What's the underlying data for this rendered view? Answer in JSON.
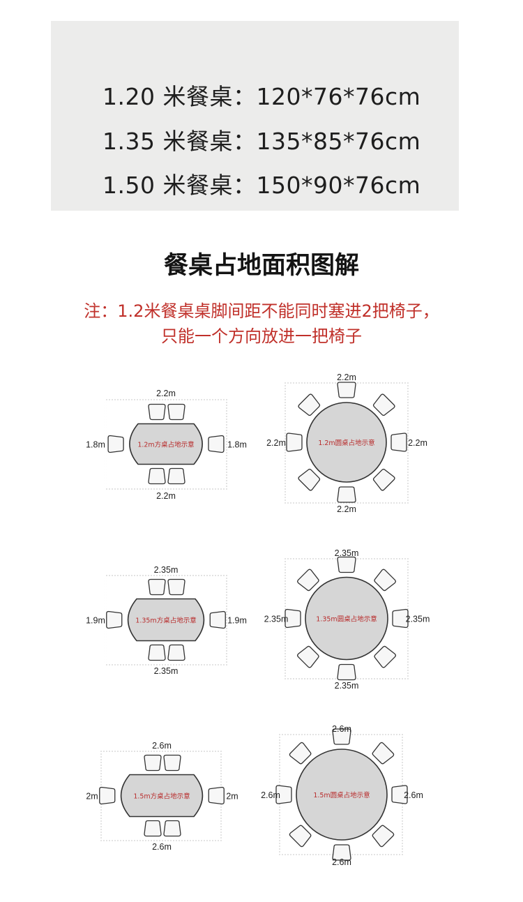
{
  "specs": [
    {
      "size": "1.20 米餐桌：",
      "dims": "120*76*76cm"
    },
    {
      "size": "1.35 米餐桌：",
      "dims": "135*85*76cm"
    },
    {
      "size": "1.50 米餐桌：",
      "dims": "150*90*76cm"
    }
  ],
  "heading": "餐桌占地面积图解",
  "note": {
    "line1": "注：1.2米餐桌桌脚间距不能同时塞进2把椅子，",
    "line2": "只能一个方向放进一把椅子"
  },
  "diagrams": [
    {
      "shape": "oval",
      "label": "1.2m方桌占地示意",
      "width": "2.2m",
      "height": "1.8m"
    },
    {
      "shape": "round",
      "label": "1.2m圆桌占地示意",
      "width": "2.2m",
      "height": "2.2m"
    },
    {
      "shape": "oval",
      "label": "1.35m方桌占地示意",
      "width": "2.35m",
      "height": "1.9m"
    },
    {
      "shape": "round",
      "label": "1.35m圆桌占地示意",
      "width": "2.35m",
      "height": "2.35m"
    },
    {
      "shape": "oval",
      "label": "1.5m方桌占地示意",
      "width": "2.6m",
      "height": "2m"
    },
    {
      "shape": "round",
      "label": "1.5m圆桌占地示意",
      "width": "2.6m",
      "height": "2.6m"
    }
  ],
  "colors": {
    "table_fill": "#d6d6d6",
    "chair_fill": "#f7f7f7",
    "stroke": "#333333",
    "label": "#b82c2c",
    "note": "#c0302a"
  }
}
